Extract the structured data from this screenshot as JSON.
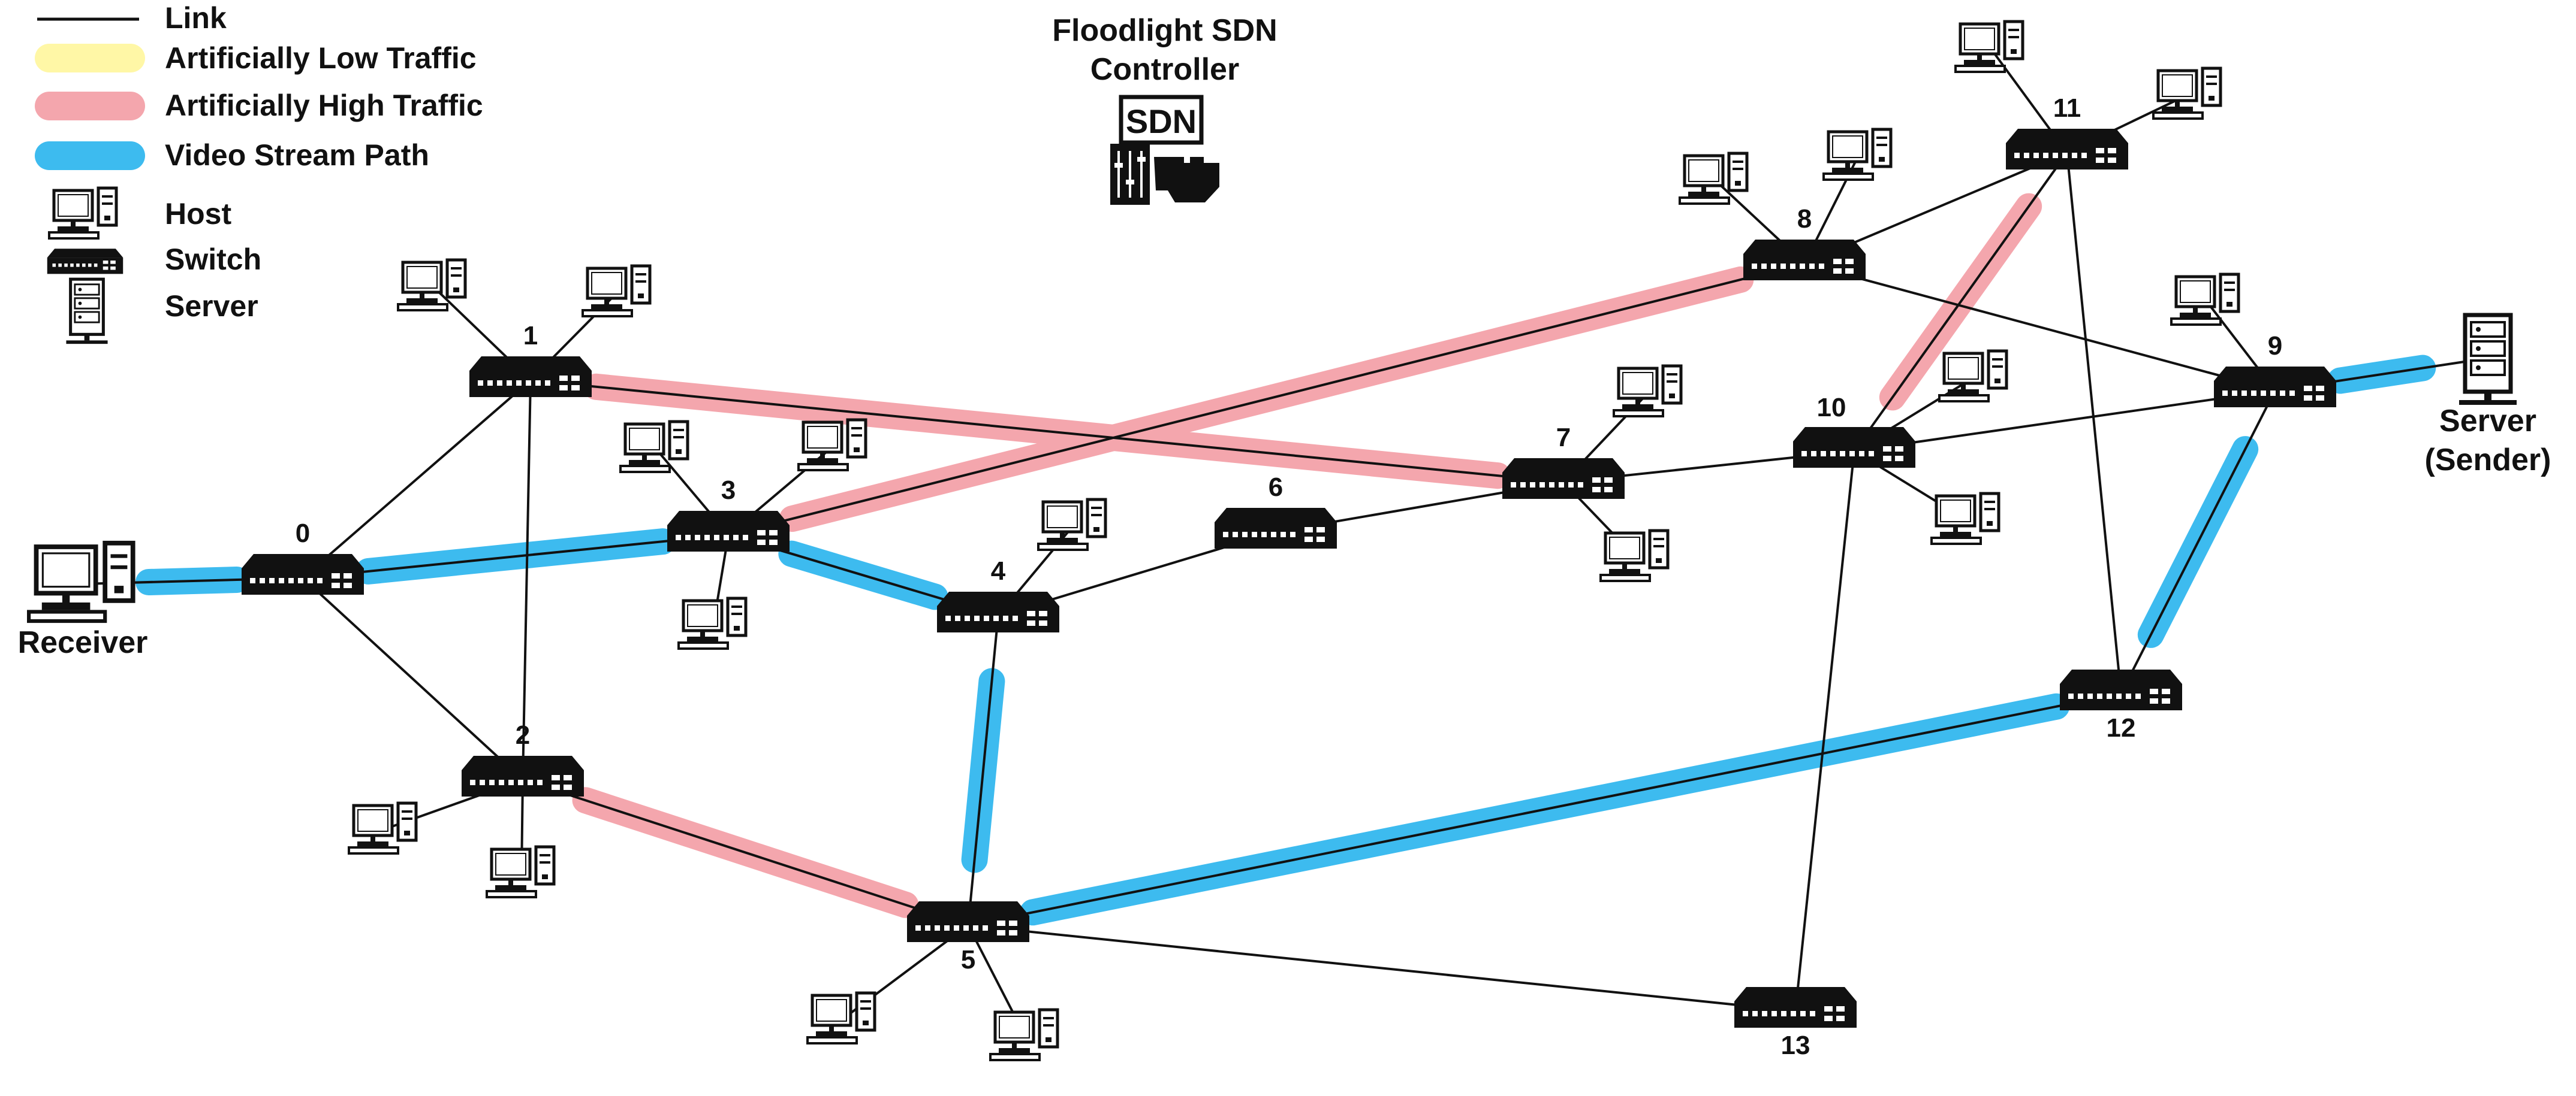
{
  "legend": {
    "link": "Link",
    "low_traffic": "Artificially Low Traffic",
    "high_traffic": "Artificially High Traffic",
    "video_path": "Video Stream Path",
    "host": "Host",
    "switch": "Switch",
    "server": "Server"
  },
  "colors": {
    "link": "#111111",
    "low_traffic": "#fff7a6",
    "high_traffic": "#f4a6ad",
    "video_path": "#3dbbef",
    "device": "#111111"
  },
  "controller": {
    "title_line1": "Floodlight SDN",
    "title_line2": "Controller",
    "badge": "SDN",
    "icon": "sdn-controller-icon"
  },
  "endpoints": {
    "receiver": "Receiver",
    "server_line1": "Server",
    "server_line2": "(Sender)"
  },
  "switches": [
    {
      "id": "0",
      "label": "0"
    },
    {
      "id": "1",
      "label": "1"
    },
    {
      "id": "2",
      "label": "2"
    },
    {
      "id": "3",
      "label": "3"
    },
    {
      "id": "4",
      "label": "4"
    },
    {
      "id": "5",
      "label": "5"
    },
    {
      "id": "6",
      "label": "6"
    },
    {
      "id": "7",
      "label": "7"
    },
    {
      "id": "8",
      "label": "8"
    },
    {
      "id": "9",
      "label": "9"
    },
    {
      "id": "10",
      "label": "10"
    },
    {
      "id": "11",
      "label": "11"
    },
    {
      "id": "12",
      "label": "12"
    },
    {
      "id": "13",
      "label": "13"
    }
  ],
  "links": [
    [
      "R",
      "0"
    ],
    [
      "0",
      "3"
    ],
    [
      "0",
      "1"
    ],
    [
      "0",
      "2"
    ],
    [
      "1",
      "2"
    ],
    [
      "1",
      "7"
    ],
    [
      "2",
      "5"
    ],
    [
      "3",
      "8"
    ],
    [
      "3",
      "4"
    ],
    [
      "4",
      "5"
    ],
    [
      "4",
      "6"
    ],
    [
      "6",
      "7"
    ],
    [
      "7",
      "10"
    ],
    [
      "10",
      "9"
    ],
    [
      "10",
      "11"
    ],
    [
      "10",
      "13"
    ],
    [
      "8",
      "11"
    ],
    [
      "8",
      "9"
    ],
    [
      "11",
      "12"
    ],
    [
      "9",
      "12"
    ],
    [
      "9",
      "S"
    ],
    [
      "5",
      "12"
    ],
    [
      "5",
      "13"
    ]
  ],
  "high_traffic_links": [
    [
      "1",
      "7"
    ],
    [
      "3",
      "8"
    ],
    [
      "2",
      "5"
    ],
    [
      "10",
      "11"
    ]
  ],
  "video_stream_links": [
    [
      "R",
      "0"
    ],
    [
      "0",
      "3"
    ],
    [
      "3",
      "4"
    ],
    [
      "4",
      "5"
    ],
    [
      "5",
      "12"
    ],
    [
      "12",
      "9"
    ],
    [
      "9",
      "S"
    ]
  ],
  "icons": {
    "host": "host-computer-icon",
    "switch": "network-switch-icon",
    "server": "server-tower-icon"
  }
}
